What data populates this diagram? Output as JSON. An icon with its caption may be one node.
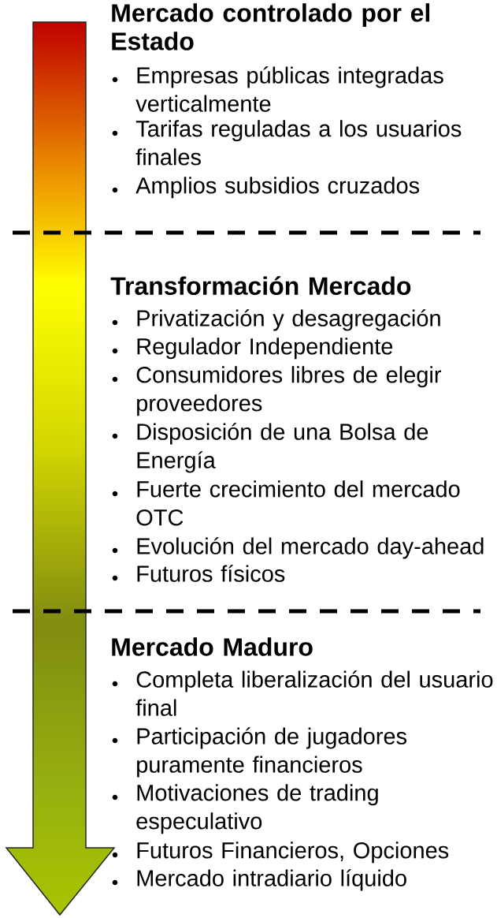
{
  "diagram": {
    "labels": [
      "Mercado controlado por el Estado",
      "Empresas públicas integradas verticalmente",
      "Tarifas reguladas a los usuarios finales",
      "Amplios subsidios cruzados",
      "Transformación Mercado",
      "Privatización y desagregación",
      "Regulador Independiente",
      "Consumidores libres de elegir proveedores",
      "Disposición de una Bolsa de Energía",
      "Fuerte crecimiento del mercado OTC",
      "Evolución del mercado day-ahead",
      "Futuros físicos",
      "Mercado Maduro",
      "Completa liberalización del usuario final",
      "Participación de jugadores puramente financieros",
      "Motivaciones de trading especulativo",
      "Futuros Financieros, Opciones",
      "Mercado intradiario líquido"
    ]
  }
}
